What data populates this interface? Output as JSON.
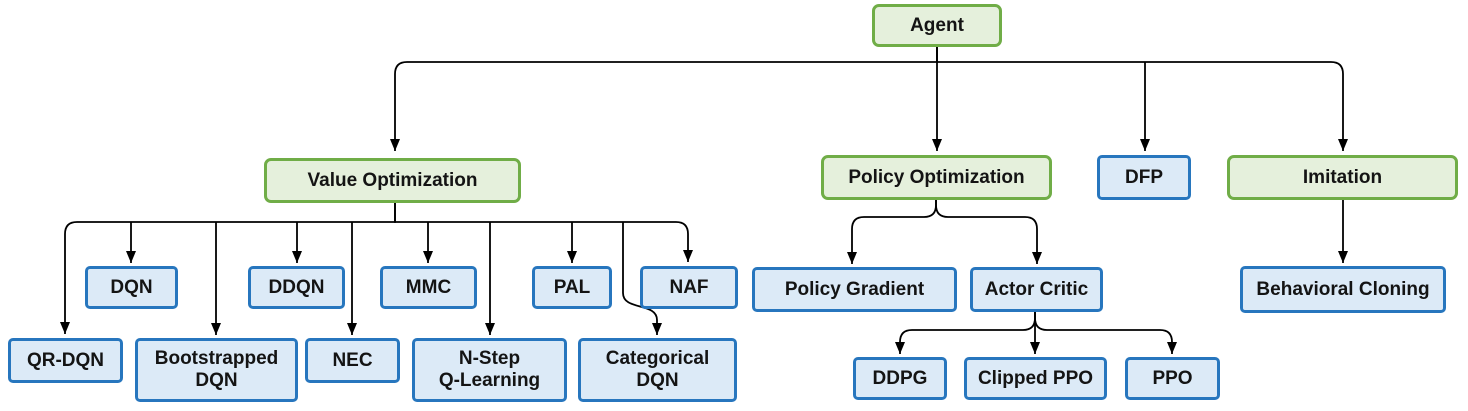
{
  "colors": {
    "background": "#FFFFFF",
    "category_border": "#70AD47",
    "category_fill": "#E5F0DC",
    "algorithm_border": "#2776BE",
    "algorithm_fill": "#DCEAF7",
    "connector": "#000000",
    "text": "#141414"
  },
  "nodes": {
    "agent": {
      "label": "Agent",
      "type": "category"
    },
    "value_optimization": {
      "label": "Value Optimization",
      "type": "category"
    },
    "policy_optimization": {
      "label": "Policy Optimization",
      "type": "category"
    },
    "dfp": {
      "label": "DFP",
      "type": "algorithm"
    },
    "imitation": {
      "label": "Imitation",
      "type": "category"
    },
    "dqn": {
      "label": "DQN",
      "type": "algorithm"
    },
    "ddqn": {
      "label": "DDQN",
      "type": "algorithm"
    },
    "mmc": {
      "label": "MMC",
      "type": "algorithm"
    },
    "pal": {
      "label": "PAL",
      "type": "algorithm"
    },
    "naf": {
      "label": "NAF",
      "type": "algorithm"
    },
    "qr_dqn": {
      "label": "QR-DQN",
      "type": "algorithm"
    },
    "bootstrapped_dqn": {
      "label": "Bootstrapped\nDQN",
      "type": "algorithm"
    },
    "nec": {
      "label": "NEC",
      "type": "algorithm"
    },
    "n_step_q_learning": {
      "label": "N-Step\nQ-Learning",
      "type": "algorithm"
    },
    "categorical_dqn": {
      "label": "Categorical\nDQN",
      "type": "algorithm"
    },
    "policy_gradient": {
      "label": "Policy Gradient",
      "type": "algorithm"
    },
    "actor_critic": {
      "label": "Actor Critic",
      "type": "algorithm"
    },
    "ddpg": {
      "label": "DDPG",
      "type": "algorithm"
    },
    "clipped_ppo": {
      "label": "Clipped PPO",
      "type": "algorithm"
    },
    "ppo": {
      "label": "PPO",
      "type": "algorithm"
    },
    "behavioral_cloning": {
      "label": "Behavioral Cloning",
      "type": "algorithm"
    }
  },
  "edges": [
    {
      "from": "agent",
      "to": "value_optimization"
    },
    {
      "from": "agent",
      "to": "policy_optimization"
    },
    {
      "from": "agent",
      "to": "dfp"
    },
    {
      "from": "agent",
      "to": "imitation"
    },
    {
      "from": "value_optimization",
      "to": "qr_dqn"
    },
    {
      "from": "value_optimization",
      "to": "dqn"
    },
    {
      "from": "value_optimization",
      "to": "bootstrapped_dqn"
    },
    {
      "from": "value_optimization",
      "to": "ddqn"
    },
    {
      "from": "value_optimization",
      "to": "nec"
    },
    {
      "from": "value_optimization",
      "to": "mmc"
    },
    {
      "from": "value_optimization",
      "to": "n_step_q_learning"
    },
    {
      "from": "value_optimization",
      "to": "pal"
    },
    {
      "from": "value_optimization",
      "to": "categorical_dqn"
    },
    {
      "from": "value_optimization",
      "to": "naf"
    },
    {
      "from": "policy_optimization",
      "to": "policy_gradient"
    },
    {
      "from": "policy_optimization",
      "to": "actor_critic"
    },
    {
      "from": "actor_critic",
      "to": "ddpg"
    },
    {
      "from": "actor_critic",
      "to": "clipped_ppo"
    },
    {
      "from": "actor_critic",
      "to": "ppo"
    },
    {
      "from": "imitation",
      "to": "behavioral_cloning"
    }
  ]
}
